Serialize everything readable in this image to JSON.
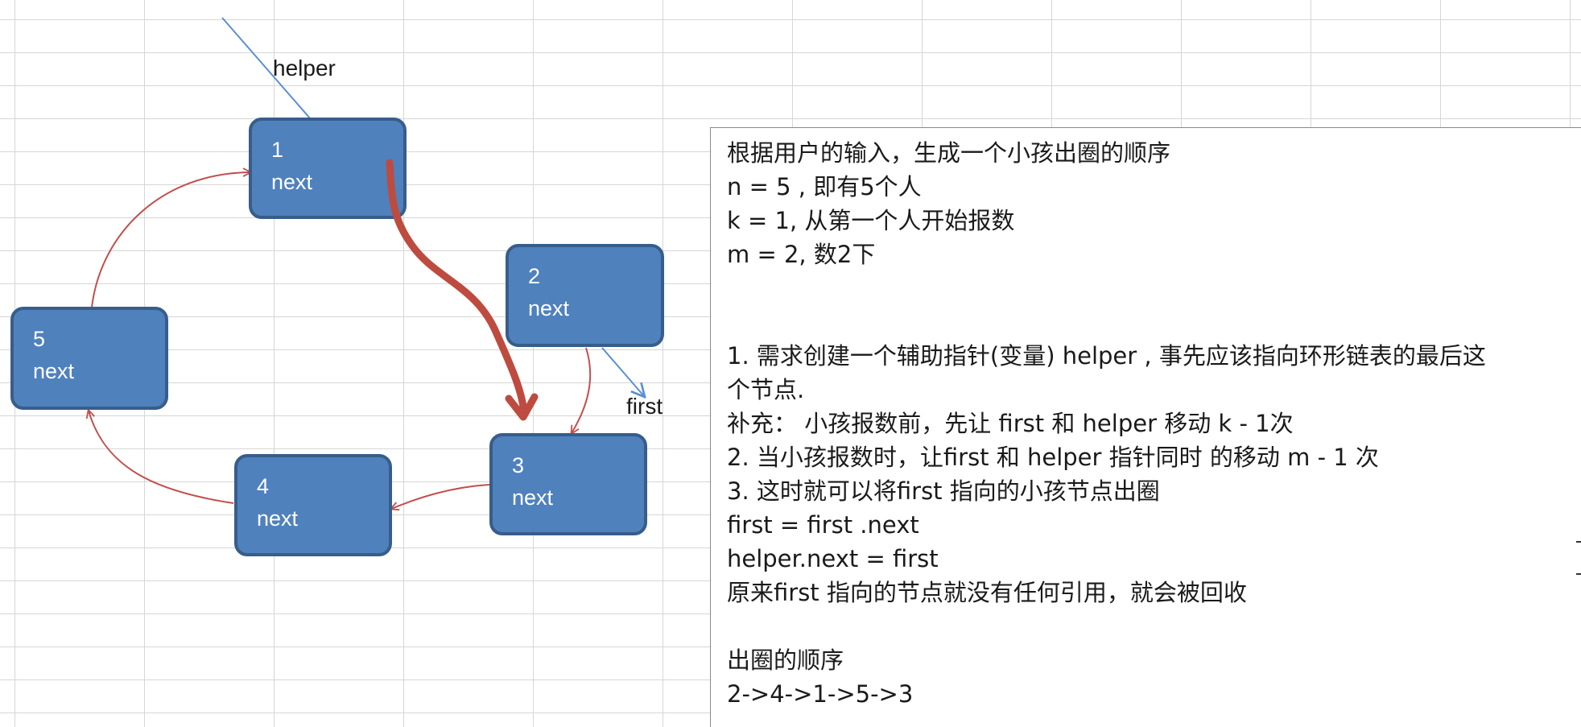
{
  "diagram": {
    "nodes": [
      {
        "id": "1",
        "field": "next"
      },
      {
        "id": "2",
        "field": "next"
      },
      {
        "id": "3",
        "field": "next"
      },
      {
        "id": "4",
        "field": "next"
      },
      {
        "id": "5",
        "field": "next"
      }
    ],
    "pointers": {
      "helper": "helper",
      "first": "first"
    },
    "colors": {
      "node_fill": "#4f81bd",
      "node_border": "#385d8a",
      "link_arrow": "#c0504d",
      "move_arrow": "#be4b3f",
      "pointer_arrow": "#5b8ed6"
    }
  },
  "notes": {
    "lines": [
      "根据用户的输入，生成一个小孩出圈的顺序",
      "n = 5 , 即有5个人",
      "k = 1, 从第一个人开始报数",
      "m = 2, 数2下",
      "",
      "",
      "1.  需求创建一个辅助指针(变量) helper , 事先应该指向环形链表的最后这",
      "个节点.",
      "补充：  小孩报数前，先让 first 和  helper 移动 k - 1次",
      "2.  当小孩报数时，让first 和 helper 指针同时 的移动  m  - 1 次",
      "3.  这时就可以将first 指向的小孩节点出圈",
      "first = first .next",
      "helper.next = first",
      "原来first 指向的节点就没有任何引用，就会被回收",
      "",
      "出圈的顺序",
      "2->4->1->5->3"
    ]
  }
}
